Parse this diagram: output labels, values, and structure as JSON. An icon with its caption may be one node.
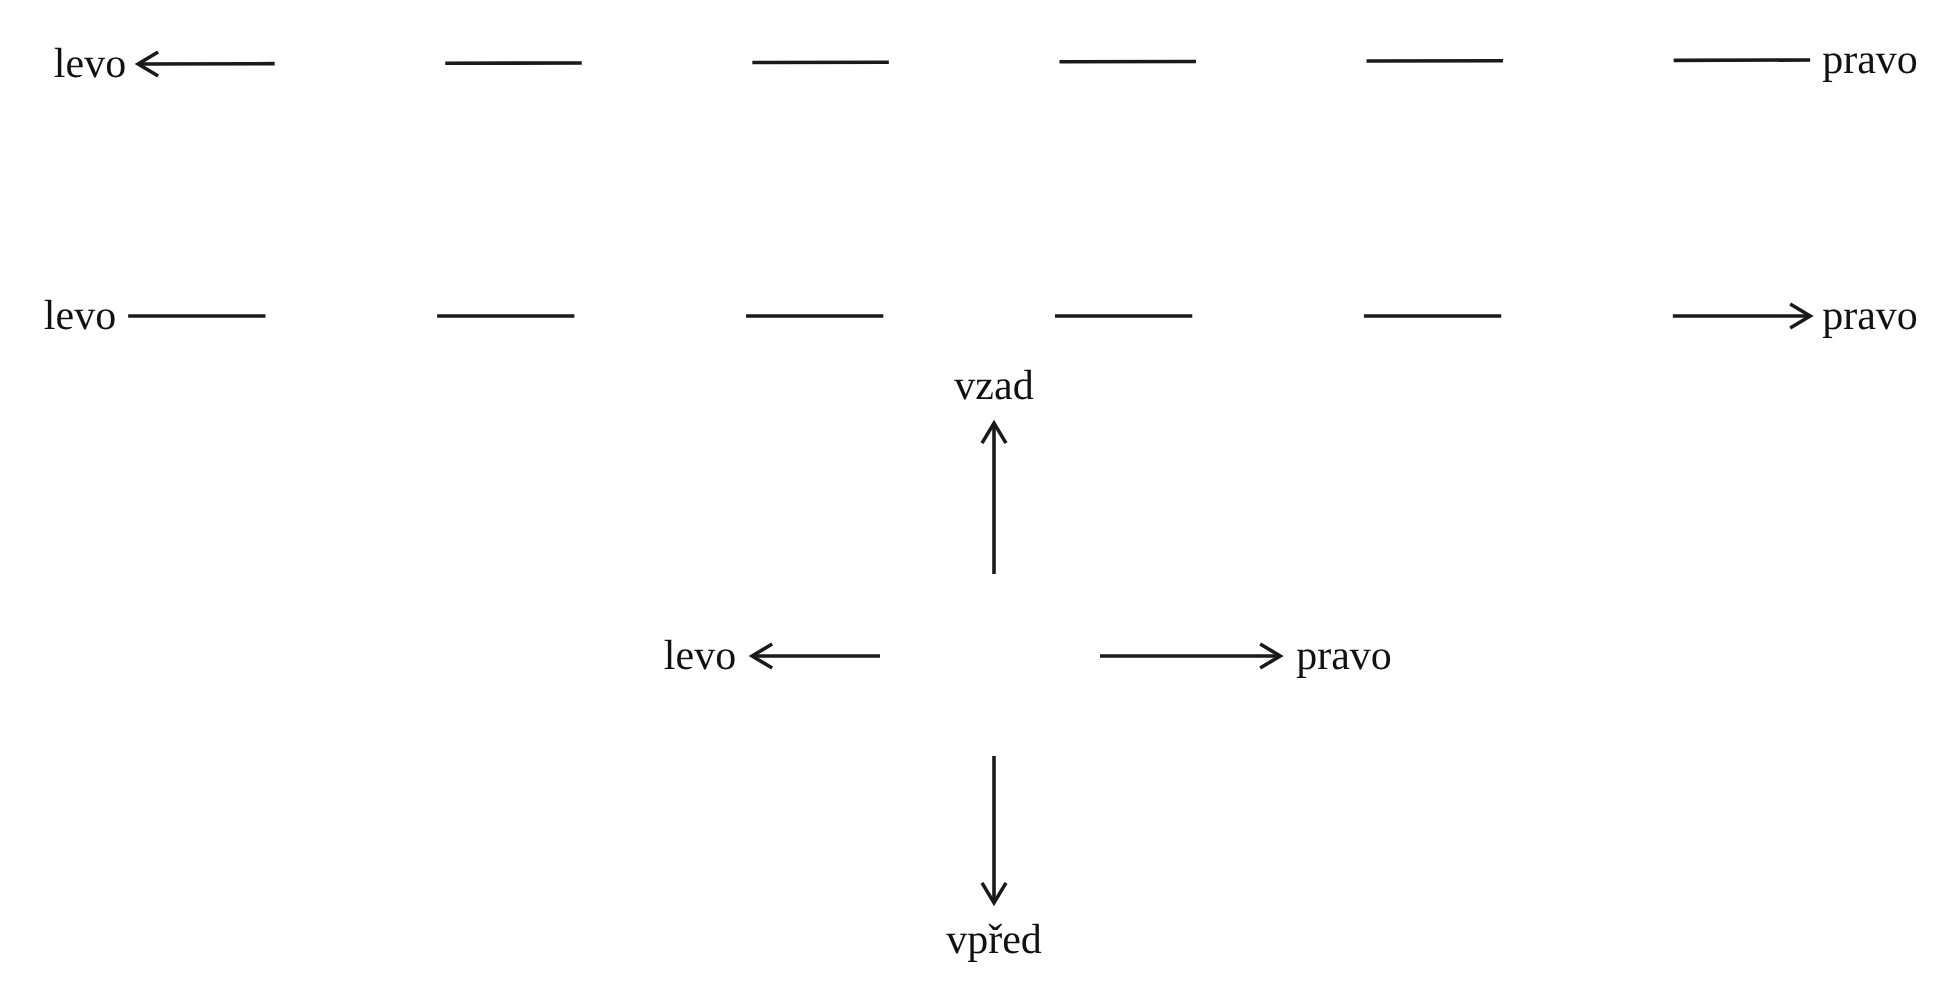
{
  "diagram": {
    "nodes": [
      {
        "text": [
          "levo"
        ]
      },
      {
        "text": [
          "pravo"
        ]
      },
      {
        "text": [
          "levo"
        ]
      },
      {
        "text": [
          "pravo"
        ]
      },
      {
        "text": [
          "vzad"
        ]
      },
      {
        "text": [
          "levo"
        ]
      },
      {
        "text": [
          "pravo"
        ]
      },
      {
        "text": [
          "vpřed"
        ]
      }
    ],
    "edges": [
      {
        "from": 1,
        "to": 0,
        "arrow": "to",
        "style": "dashed"
      },
      {
        "from": 2,
        "to": 3,
        "arrow": "to",
        "style": "dashed"
      },
      {
        "from": null,
        "to": 4,
        "arrow": "to"
      },
      {
        "from": null,
        "to": 5,
        "arrow": "to"
      },
      {
        "from": null,
        "to": 6,
        "arrow": "to"
      },
      {
        "from": null,
        "to": 7,
        "arrow": "to"
      }
    ]
  }
}
